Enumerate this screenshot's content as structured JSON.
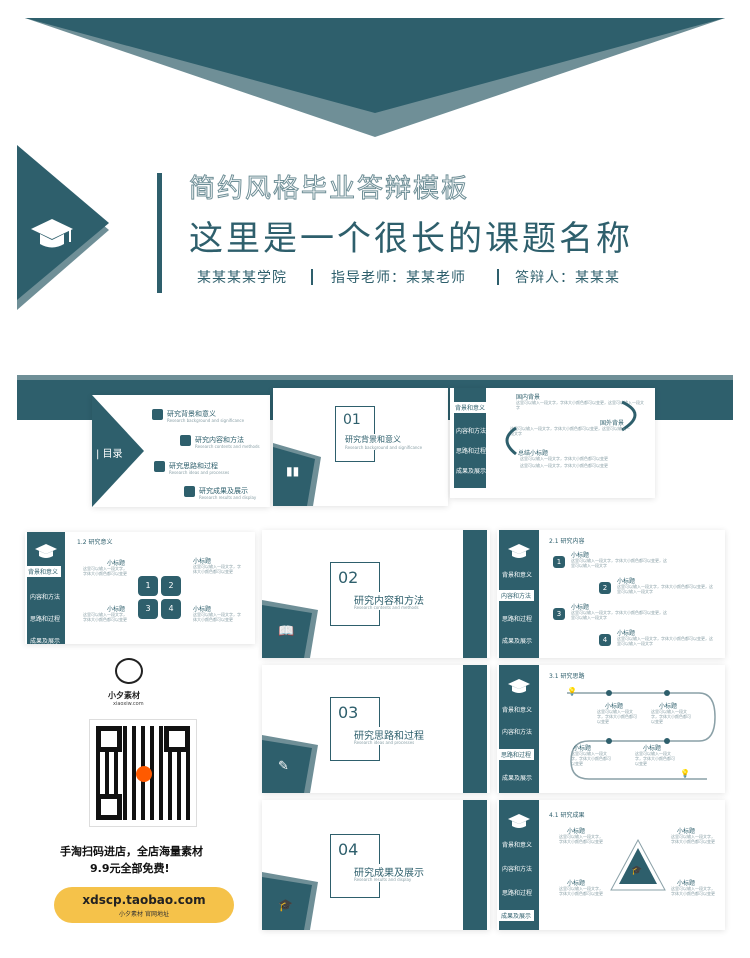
{
  "colors": {
    "primary": "#2e5f6c",
    "light": "#6f8f97",
    "accent": "#f5c24a"
  },
  "cover": {
    "subtitle": "简约风格毕业答辩模板",
    "title": "这里是一个很长的课题名称",
    "college": "某某某某学院",
    "advisor": "指导老师：某某老师",
    "defender": "答辩人：某某某",
    "icon": "graduation-cap-icon"
  },
  "toc": {
    "label": "| 目录",
    "items": [
      {
        "title": "研究背景和意义",
        "en": "Research background and significance"
      },
      {
        "title": "研究内容和方法",
        "en": "Research contents and methods"
      },
      {
        "title": "研究思路和过程",
        "en": "Research ideas and processes"
      },
      {
        "title": "研究成果及展示",
        "en": "Research results and display"
      }
    ]
  },
  "sections": [
    {
      "num": "01",
      "title": "研究背景和意义",
      "en": "Research background and significance"
    },
    {
      "num": "02",
      "title": "研究内容和方法",
      "en": "Research contents and methods"
    },
    {
      "num": "03",
      "title": "研究思路和过程",
      "en": "Research ideas and processes"
    },
    {
      "num": "04",
      "title": "研究成果及展示",
      "en": "Research results and display"
    }
  ],
  "nav": [
    "背景和意义",
    "内容和方法",
    "思路和过程",
    "成果及展示"
  ],
  "bg_slide": {
    "h1": "国内背景",
    "t1": "这里可以输入一段文字，字体大小颜色都可以变更，这里可以输入一段文字",
    "h2": "国外背景",
    "t2": "这里可以输入一段文字，字体大小颜色都可以变更，这里可以输入一段文字",
    "h3": "总结小标题",
    "t3": "这里可以输入一段文字，字体大小颜色都可以变更"
  },
  "s12": {
    "header": "1.2 研究意义",
    "sub": "小标题",
    "text": "这里可以输入一段文字，字体大小颜色都可以变更",
    "nums": [
      "1",
      "2",
      "3",
      "4"
    ]
  },
  "s21": {
    "header": "2.1 研究内容",
    "sub": "小标题",
    "text": "这里可以输入一段文字，字体大小颜色都可以变更，这里可以输入一段文字",
    "nums": [
      "1",
      "2",
      "3",
      "4"
    ]
  },
  "s31": {
    "header": "3.1 研究思路",
    "sub": "小标题",
    "text": "这里可以输入一段文字，字体大小颜色都可以变更"
  },
  "s41": {
    "header": "4.1 研究成果",
    "sub": "小标题",
    "text": "这里可以输入一段文字，字体大小颜色都可以变更"
  },
  "promo": {
    "brand": "小夕素材",
    "domain": "xiaoxiw.com",
    "line1": "手淘扫码进店，全店海量素材",
    "line2": "9.9元全部免费!",
    "url": "xdscp.taobao.com",
    "url_sub": "小夕素材 官网地址"
  }
}
